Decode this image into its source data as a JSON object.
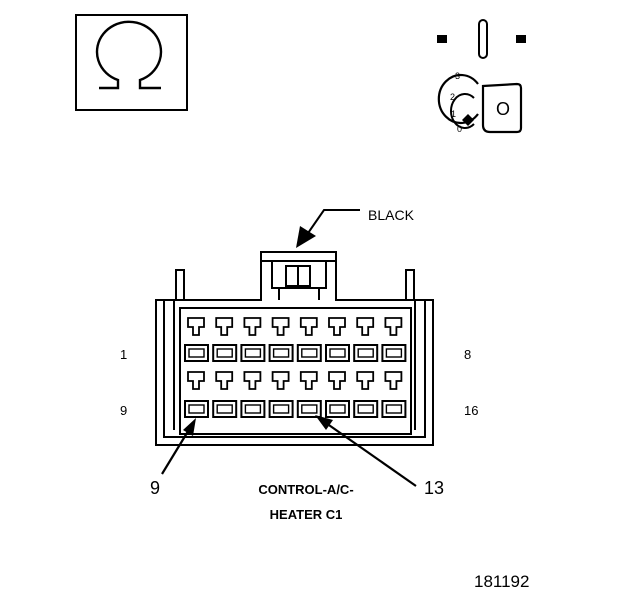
{
  "ohm_symbol": "Ω",
  "ignition": {
    "positions": [
      "3",
      "2",
      "1",
      "0"
    ],
    "key_letter": "O"
  },
  "connector": {
    "color_label": "BLACK",
    "name_line1": "CONTROL-A/C-",
    "name_line2": "HEATER C1",
    "row1_left": "1",
    "row1_right": "8",
    "row2_left": "9",
    "row2_right": "16",
    "callouts": [
      "9",
      "13"
    ],
    "highlighted_pins": [
      9,
      13
    ]
  },
  "figure_number": "181192",
  "colors": {
    "line": "#000000",
    "background": "#ffffff"
  }
}
